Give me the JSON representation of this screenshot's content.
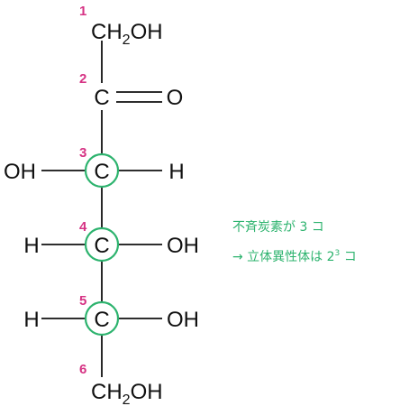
{
  "colors": {
    "bond": "#111111",
    "number": "#d63384",
    "highlight": "#2db36e",
    "note": "#2db36e"
  },
  "carbon_numbers": [
    "1",
    "2",
    "3",
    "4",
    "5",
    "6"
  ],
  "atoms": {
    "c1_group_prefix": "CH",
    "c1_group_sub": "2",
    "c1_group_suffix": "OH",
    "c2_carbon": "C",
    "c2_oxygen": "O",
    "c3_carbon": "C",
    "c3_left": "OH",
    "c3_right": "H",
    "c4_carbon": "C",
    "c4_left": "H",
    "c4_right": "OH",
    "c5_carbon": "C",
    "c5_left": "H",
    "c5_right": "OH",
    "c6_group_prefix": "CH",
    "c6_group_sub": "2",
    "c6_group_suffix": "OH"
  },
  "note": {
    "line1": "不斉炭素が 3 コ",
    "line2_main": "→ 立体異性体は 2",
    "line2_sup": "3",
    "line2_tail": " コ"
  }
}
